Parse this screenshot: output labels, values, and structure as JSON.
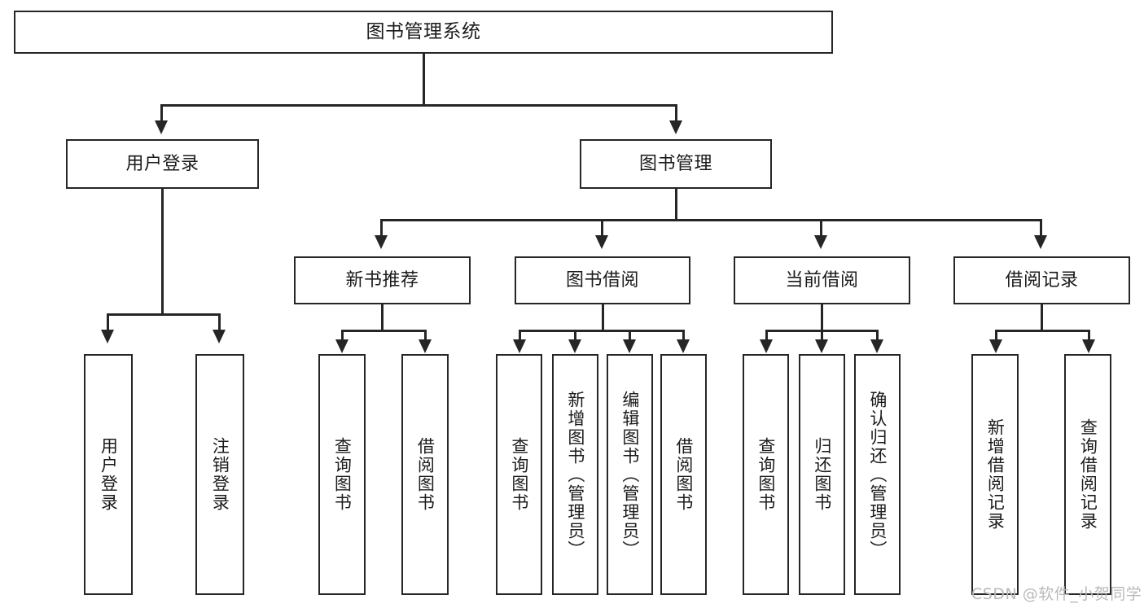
{
  "diagram": {
    "title": "图书管理系统",
    "type": "tree-structure-chart",
    "root": {
      "id": "root",
      "label": "图书管理系统"
    },
    "level2": [
      {
        "id": "user-login",
        "label": "用户登录"
      },
      {
        "id": "book-manage",
        "label": "图书管理"
      }
    ],
    "level3": [
      {
        "id": "new-book-recommend",
        "label": "新书推荐",
        "parent": "book-manage"
      },
      {
        "id": "book-borrow",
        "label": "图书借阅",
        "parent": "book-manage"
      },
      {
        "id": "current-borrow",
        "label": "当前借阅",
        "parent": "book-manage"
      },
      {
        "id": "borrow-record",
        "label": "借阅记录",
        "parent": "book-manage"
      }
    ],
    "leaves": {
      "user_login": [
        {
          "id": "leaf-user-login",
          "label": "用户登录"
        },
        {
          "id": "leaf-logout-login",
          "label": "注销登录"
        }
      ],
      "new_book_recommend": [
        {
          "id": "leaf-query-book-1",
          "label": "查询图书"
        },
        {
          "id": "leaf-borrow-book-1",
          "label": "借阅图书"
        }
      ],
      "book_borrow": [
        {
          "id": "leaf-query-book-2",
          "label": "查询图书"
        },
        {
          "id": "leaf-add-book",
          "label": "新增图书（管理员）"
        },
        {
          "id": "leaf-edit-book",
          "label": "编辑图书（管理员）"
        },
        {
          "id": "leaf-borrow-book-2",
          "label": "借阅图书"
        }
      ],
      "current_borrow": [
        {
          "id": "leaf-query-book-3",
          "label": "查询图书"
        },
        {
          "id": "leaf-return-book",
          "label": "归还图书"
        },
        {
          "id": "leaf-confirm-return",
          "label": "确认归还（管理员）"
        }
      ],
      "borrow_record": [
        {
          "id": "leaf-add-record",
          "label": "新增借阅记录"
        },
        {
          "id": "leaf-query-record",
          "label": "查询借阅记录"
        }
      ]
    }
  },
  "watermark": {
    "text": "CSDN @软件_小贺同学"
  },
  "colors": {
    "stroke": "#262626",
    "background": "#ffffff",
    "text": "#1b1b1b",
    "watermark": "#b9b9b9"
  }
}
